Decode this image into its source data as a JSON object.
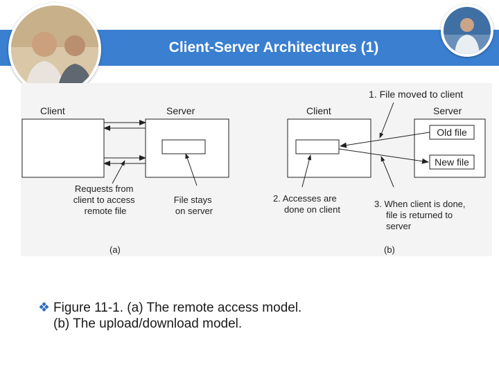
{
  "slide": {
    "title": "Client-Server Architectures (1)"
  },
  "diagram_a": {
    "client_label": "Client",
    "server_label": "Server",
    "requests_note": [
      "Requests from",
      "client to access",
      "remote file"
    ],
    "file_note": [
      "File stays",
      "on server"
    ],
    "sublabel": "(a)"
  },
  "diagram_b": {
    "client_label": "Client",
    "server_label": "Server",
    "old_file": "Old file",
    "new_file": "New file",
    "step1": "1. File moved to client",
    "step2": [
      "2. Accesses are",
      "done on client"
    ],
    "step3": [
      "3. When client is done,",
      "file is returned to",
      "server"
    ],
    "sublabel": "(b)"
  },
  "caption": {
    "bullet_icon": "diamond-bullet-icon",
    "line1": "Figure 11-1. (a) The remote access model.",
    "line2": "(b) The upload/download model."
  },
  "colors": {
    "banner": "#3a7fd0",
    "bullet": "#2a6cc0"
  }
}
